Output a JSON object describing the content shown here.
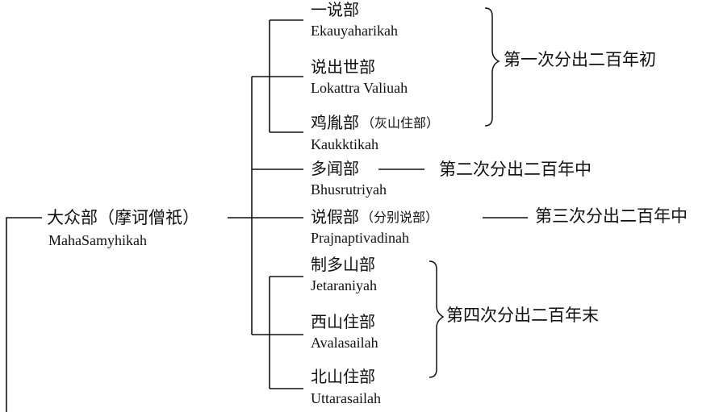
{
  "root": {
    "name_zh": "大众部",
    "alias_zh": "（摩诃僧祇）",
    "name_en": "MahaSamyhikah"
  },
  "groups": [
    {
      "label": "第一次分出二百年初",
      "schools": [
        {
          "zh": "一说部",
          "en": "Ekauyaharikah"
        },
        {
          "zh": "说出世部",
          "en": "Lokattra Valiuah"
        },
        {
          "zh": "鸡胤部",
          "alias": "（灰山住部）",
          "en": "Kaukktikah"
        }
      ]
    },
    {
      "label": "第二次分出二百年中",
      "schools": [
        {
          "zh": "多闻部",
          "en": "Bhusrutriyah"
        }
      ]
    },
    {
      "label": "第三次分出二百年中",
      "schools": [
        {
          "zh": "说假部",
          "alias": "（分别说部）",
          "en": "Prajnaptivadinah"
        }
      ]
    },
    {
      "label": "第四次分出二百年末",
      "schools": [
        {
          "zh": "制多山部",
          "en": "Jetaraniyah"
        },
        {
          "zh": "西山住部",
          "en": "Avalasailah"
        },
        {
          "zh": "北山住部",
          "en": "Uttarasailah"
        }
      ]
    }
  ]
}
